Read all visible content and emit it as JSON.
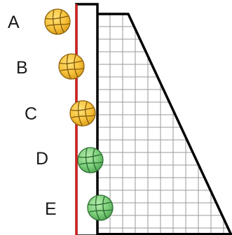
{
  "diagram": {
    "labels": [
      "A",
      "B",
      "C",
      "D",
      "E"
    ],
    "balls": [
      {
        "label": "A",
        "color": "yellow"
      },
      {
        "label": "B",
        "color": "yellow"
      },
      {
        "label": "C",
        "color": "yellow"
      },
      {
        "label": "D",
        "color": "green"
      },
      {
        "label": "E",
        "color": "green"
      }
    ],
    "colors": {
      "yellow_fill": "#f7c23a",
      "yellow_seam": "#8a6110",
      "green_fill": "#7ccf7a",
      "green_seam": "#2f6f34",
      "line": "#e01b1b",
      "post": "#000000",
      "net_grid": "#9a9a9a"
    }
  }
}
